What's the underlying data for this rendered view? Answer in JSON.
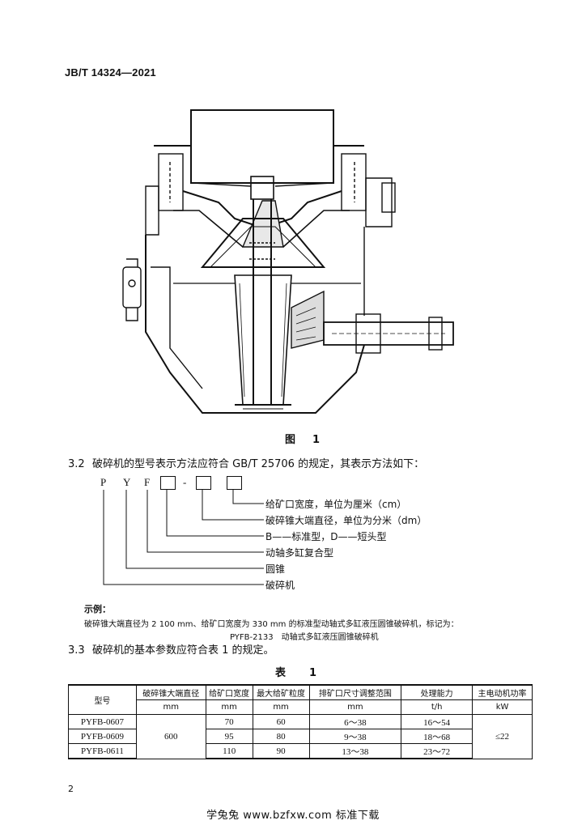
{
  "header": {
    "standard_code": "JB/T 14324—2021"
  },
  "figure": {
    "caption": "图　1",
    "icon": "cone-crusher-cross-section"
  },
  "section_3_2": {
    "number": "3.2",
    "text": "破碎机的型号表示方法应符合 GB/T 25706 的规定，其表示方法如下：",
    "model_code": {
      "letters": [
        "P",
        "Y",
        "F"
      ],
      "dash": "-",
      "descriptions": [
        "给矿口宽度，单位为厘米（cm）",
        "破碎锥大端直径，单位为分米（dm）",
        "B——标准型，D——短头型",
        "动轴多缸复合型",
        "圆锥",
        "破碎机"
      ]
    },
    "example_title": "示例：",
    "example_text": "破碎锥大端直径为 2 100 mm、给矿口宽度为 330 mm 的标准型动轴式多缸液压圆锥破碎机，标记为：",
    "example_mark": "PYFB-2133　动轴式多缸液压圆锥破碎机"
  },
  "section_3_3": {
    "number": "3.3",
    "text": "破碎机的基本参数应符合表 1 的规定。"
  },
  "table1": {
    "title": "表　1",
    "headers": [
      {
        "name": "型号",
        "unit": ""
      },
      {
        "name": "破碎锥大端直径",
        "unit": "mm"
      },
      {
        "name": "给矿口宽度",
        "unit": "mm"
      },
      {
        "name": "最大给矿粒度",
        "unit": "mm"
      },
      {
        "name": "排矿口尺寸调整范围",
        "unit": "mm"
      },
      {
        "name": "处理能力",
        "unit": "t/h"
      },
      {
        "name": "主电动机功率",
        "unit": "kW"
      }
    ],
    "rows": [
      {
        "model": "PYFB-0607",
        "feed": "70",
        "max_size": "60",
        "range": "6～38",
        "capacity": "16～54"
      },
      {
        "model": "PYFB-0609",
        "feed": "95",
        "max_size": "80",
        "range": "9～38",
        "capacity": "18～68"
      },
      {
        "model": "PYFB-0611",
        "feed": "110",
        "max_size": "90",
        "range": "13～38",
        "capacity": "23～72"
      }
    ],
    "shared_diameter": "600",
    "shared_power": "≤22"
  },
  "page_number": "2",
  "footer": "学兔兔 www.bzfxw.com 标准下载"
}
